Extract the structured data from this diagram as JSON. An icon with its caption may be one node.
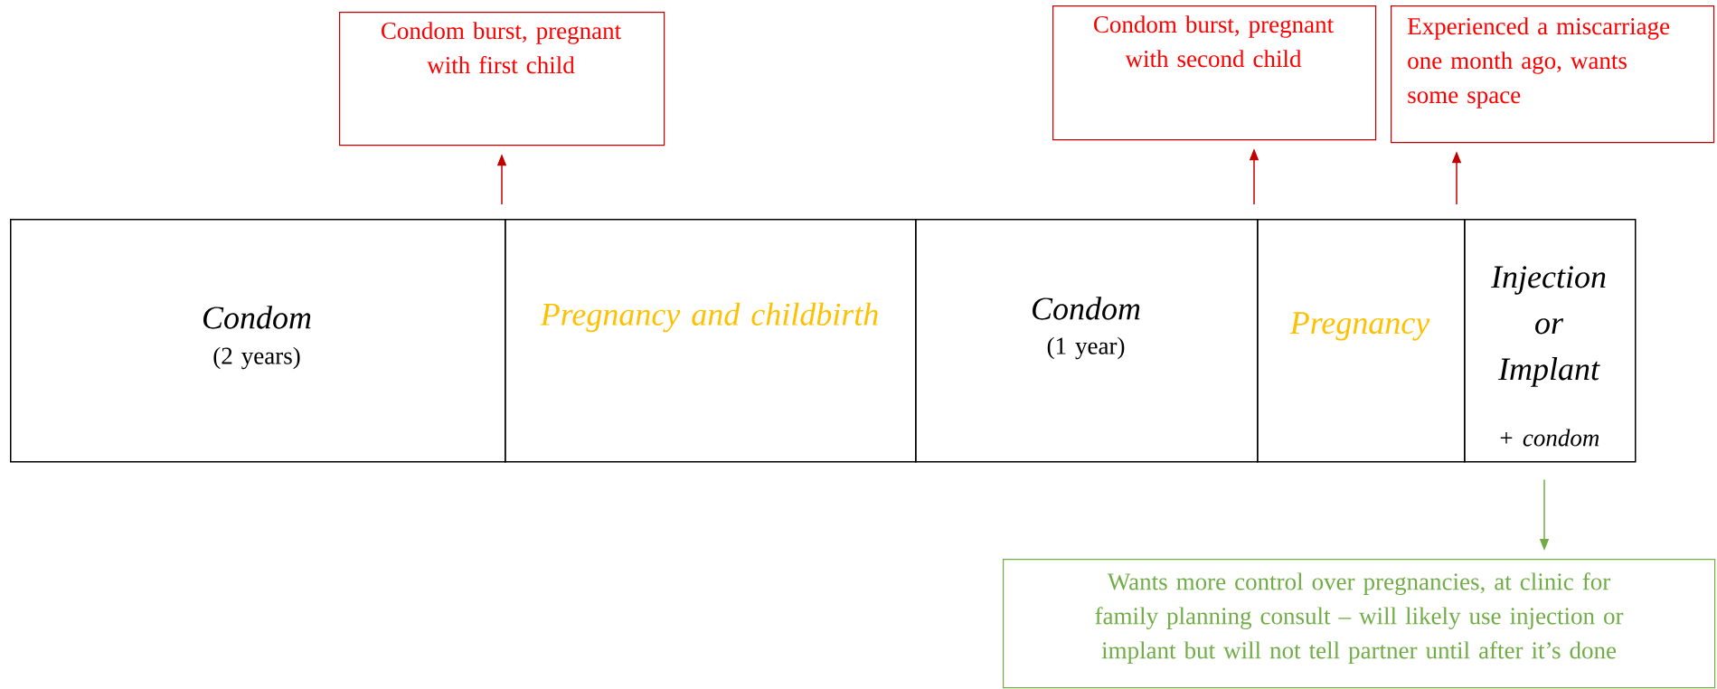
{
  "diagram": {
    "nodes": [
      {
        "text": [
          "Condom burst, pregnant with first child"
        ]
      },
      {
        "text": [
          "Condom burst, pregnant with second child"
        ]
      },
      {
        "text": [
          "Experienced a miscarriage one month ago, wants some space"
        ]
      },
      {
        "text": [
          "Condom",
          "(2 years)"
        ]
      },
      {
        "text": [
          "Pregnancy and childbirth"
        ]
      },
      {
        "text": [
          "Condom",
          "(1 year)"
        ]
      },
      {
        "text": [
          "Pregnancy"
        ]
      },
      {
        "text": [
          "Injection or Implant",
          "+ condom"
        ]
      },
      {
        "text": [
          "Wants more control over pregnancies, at clinic for family planning consult – will likely use injection or implant but will not tell partner until after it’s done"
        ]
      }
    ],
    "edges": [
      {
        "from": 3,
        "to": 0,
        "arrow": "to"
      },
      {
        "from": 6,
        "to": 1,
        "arrow": "to"
      },
      {
        "from": 6,
        "to": 2,
        "arrow": "to"
      },
      {
        "from": 7,
        "to": 8,
        "arrow": "to",
        "color": "#70ad47"
      }
    ]
  }
}
